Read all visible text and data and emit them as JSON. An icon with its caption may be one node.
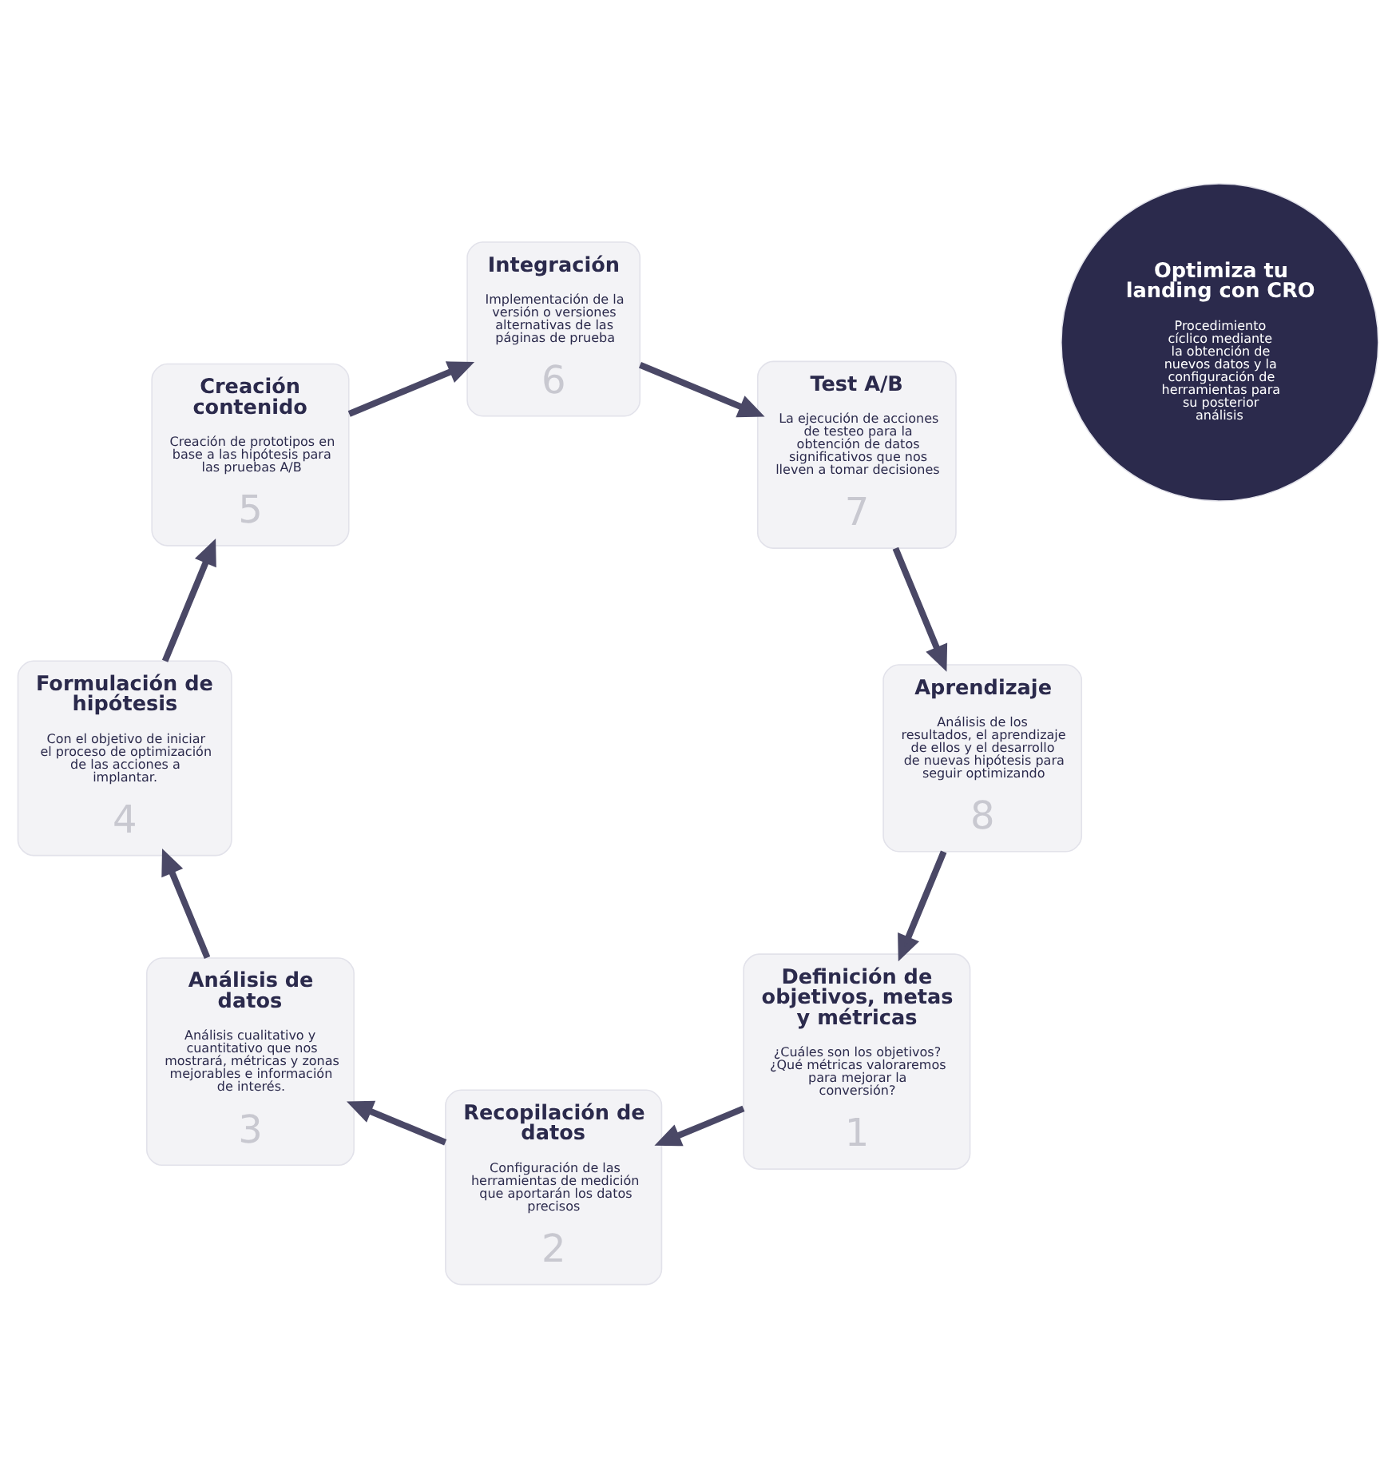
{
  "diagram": {
    "nodes": [
      {
        "text": [
          "Optimiza tu landing con CRO",
          "Procedimiento cíclico mediante la obtención de nuevos datos y la configuración de herramientas para su posterior análisis"
        ]
      },
      {
        "text": [
          "Definición de objetivos, metas y métricas",
          "¿Cuáles son los objetivos? ¿Qué métricas valoraremos para mejorar la conversión?",
          "1"
        ]
      },
      {
        "text": [
          "Recopilación de datos",
          "Configuración de las herramientas de medición que aportarán los datos precisos",
          "2"
        ]
      },
      {
        "text": [
          "Análisis de datos",
          "Análisis cualitativo y cuantitativo que nos mostrará, métricas y zonas mejorables e información de interés.",
          "3"
        ]
      },
      {
        "text": [
          "Formulación de hipótesis",
          "Con el objetivo de iniciar el proceso de optimización de las acciones a implantar.",
          "4"
        ]
      },
      {
        "text": [
          "Creación contenido",
          "Creación de prototipos en base a las hipótesis para las pruebas A/B",
          "5"
        ]
      },
      {
        "text": [
          "Integración",
          "Implementación de la versión o versiones alternativas de las páginas de prueba",
          "6"
        ]
      },
      {
        "text": [
          "Test A/B",
          "La ejecución de acciones de testeo para la obtención de datos significativos que nos lleven a tomar decisiones",
          "7"
        ]
      },
      {
        "text": [
          "Aprendizaje",
          "Análisis de los resultados, el aprendizaje de ellos y el desarrollo de nuevas hipótesis para seguir optimizando",
          "8"
        ]
      }
    ],
    "edges": [
      {
        "from": 1,
        "to": 2,
        "arrow": "to"
      },
      {
        "from": 2,
        "to": 3,
        "arrow": "to"
      },
      {
        "from": 3,
        "to": 4,
        "arrow": "to"
      },
      {
        "from": 4,
        "to": 5,
        "arrow": "to"
      },
      {
        "from": 5,
        "to": 6,
        "arrow": "to"
      },
      {
        "from": 6,
        "to": 7,
        "arrow": "to"
      },
      {
        "from": 7,
        "to": 8,
        "arrow": "to"
      },
      {
        "from": 8,
        "to": 1,
        "arrow": "to"
      }
    ]
  }
}
